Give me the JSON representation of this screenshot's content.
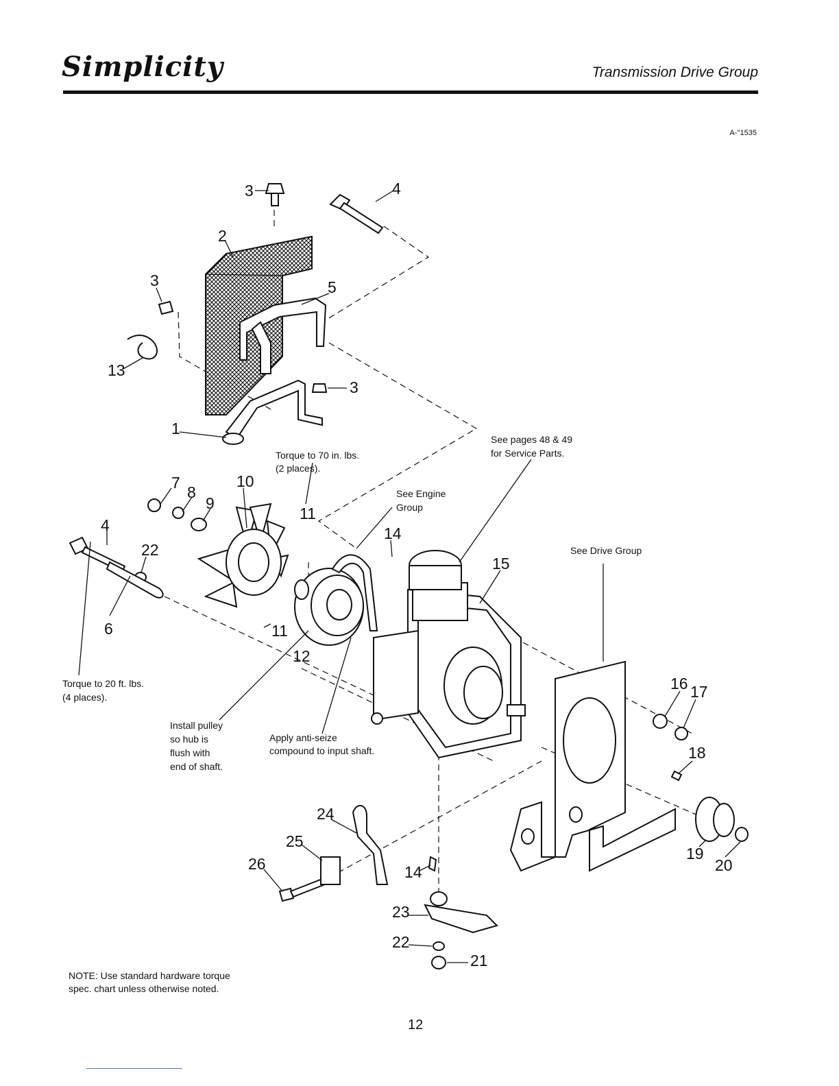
{
  "header": {
    "brand": "Simplicity",
    "title": "Transmission Drive Group",
    "figure_code": "A-''1535"
  },
  "callouts": {
    "c1": "1",
    "c2": "2",
    "c3a": "3",
    "c3b": "3",
    "c3c": "3",
    "c4a": "4",
    "c4b": "4",
    "c5": "5",
    "c6": "6",
    "c7": "7",
    "c8": "8",
    "c9": "9",
    "c10": "10",
    "c11a": "11",
    "c11b": "11",
    "c12": "12",
    "c13": "13",
    "c14a": "14",
    "c14b": "14",
    "c15": "15",
    "c16": "16",
    "c17": "17",
    "c18": "18",
    "c19": "19",
    "c20": "20",
    "c21": "21",
    "c22a": "22",
    "c22b": "22",
    "c23": "23",
    "c24": "24",
    "c25": "25",
    "c26": "26"
  },
  "notes": {
    "torque_70": [
      "Torque to 70 in. lbs.",
      "(2 places)."
    ],
    "see_engine": [
      "See Engine",
      "Group"
    ],
    "see_pages": [
      "See pages 48 & 49",
      "for Service Parts."
    ],
    "see_drive": [
      "See Drive Group"
    ],
    "torque_20": [
      "Torque to 20 ft. lbs.",
      "(4 places)."
    ],
    "install_pulley": [
      "Install pulley",
      "so hub is",
      "flush with",
      "end of shaft."
    ],
    "anti_seize": [
      "Apply anti-seize",
      "compound to input shaft."
    ]
  },
  "footer": {
    "note": "NOTE: Use standard hardware torque spec. chart unless otherwise noted.",
    "page_number": "12"
  }
}
